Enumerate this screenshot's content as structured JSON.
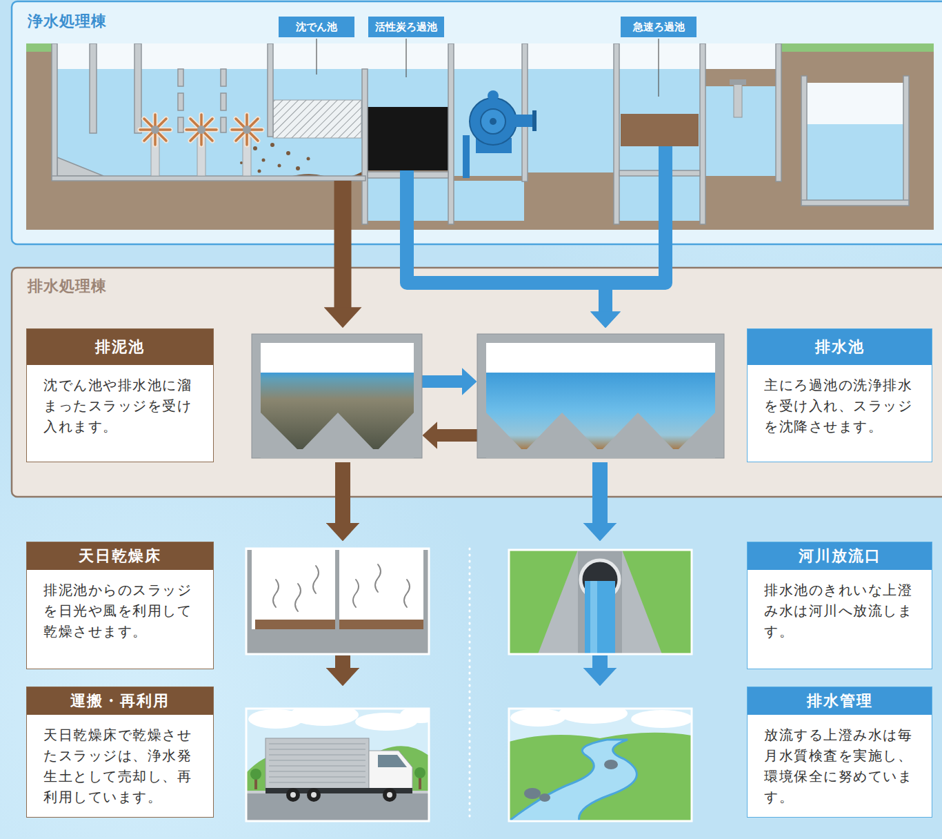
{
  "diagram": {
    "nodes": [
      {
        "text": [
          "浄水処理棟"
        ]
      },
      {
        "text": [
          "沈でん池"
        ],
        "in": 0
      },
      {
        "text": [
          "活性炭ろ過池"
        ],
        "in": 0
      },
      {
        "text": [
          "急速ろ過池"
        ],
        "in": 0
      },
      {
        "text": [
          "排水処理棟"
        ]
      },
      {
        "text": [
          "排泥池",
          "沈でん池や排水池に溜まったスラッジを受け入れます。"
        ],
        "in": 4
      },
      {
        "text": [
          "排水池",
          "主にろ過池の洗浄排水を受け入れ、スラッジを沈降させます。"
        ],
        "in": 4
      },
      {
        "text": [
          "天日乾燥床",
          "排泥池からのスラッジを日光や風を利用して乾燥させます。"
        ]
      },
      {
        "text": [
          "河川放流口",
          "排水池のきれいな上澄み水は河川へ放流します。"
        ]
      },
      {
        "text": [
          "運搬・再利用",
          "天日乾燥床で乾燥させたスラッジは、浄水発生土として売却し、再利用しています。"
        ]
      },
      {
        "text": [
          "排水管理",
          "放流する上澄み水は毎月水質検査を実施し、環境保全に努めています。"
        ]
      }
    ],
    "edges": [
      {
        "from": 1,
        "to": 5,
        "arrow": "to"
      },
      {
        "from": 2,
        "to": 6,
        "arrow": "to"
      },
      {
        "from": 3,
        "to": 6,
        "arrow": "to"
      },
      {
        "from": 5,
        "to": 6,
        "arrow": "to"
      },
      {
        "from": 6,
        "to": 5,
        "arrow": "to"
      },
      {
        "from": 5,
        "to": 7,
        "arrow": "to"
      },
      {
        "from": 7,
        "to": 9,
        "arrow": "to"
      },
      {
        "from": 6,
        "to": 8,
        "arrow": "to"
      },
      {
        "from": 8,
        "to": 10,
        "arrow": "to"
      }
    ]
  }
}
